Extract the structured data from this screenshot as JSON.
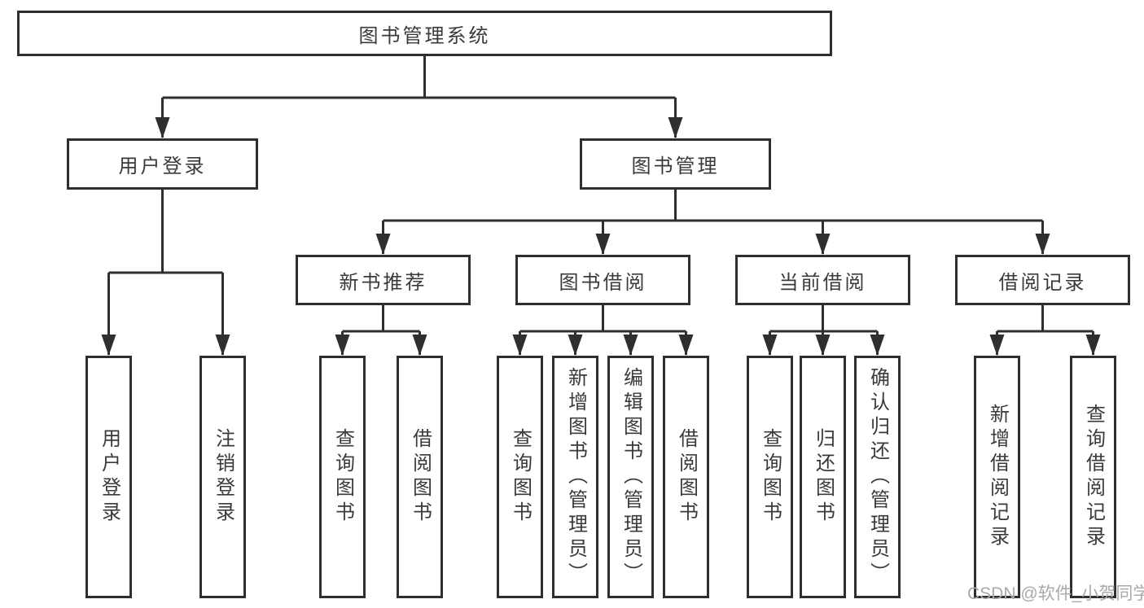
{
  "tree": {
    "label": "图书管理系统",
    "children": [
      {
        "label": "用户登录",
        "children": [
          {
            "label": "用户登录"
          },
          {
            "label": "注销登录"
          }
        ]
      },
      {
        "label": "图书管理",
        "children": [
          {
            "label": "新书推荐",
            "children": [
              {
                "label": "查询图书"
              },
              {
                "label": "借阅图书"
              }
            ]
          },
          {
            "label": "图书借阅",
            "children": [
              {
                "label": "查询图书"
              },
              {
                "label": "新增图书（管理员）"
              },
              {
                "label": "编辑图书（管理员）"
              },
              {
                "label": "借阅图书"
              }
            ]
          },
          {
            "label": "当前借阅",
            "children": [
              {
                "label": "查询图书"
              },
              {
                "label": "归还图书"
              },
              {
                "label": "确认归还（管理员）"
              }
            ]
          },
          {
            "label": "借阅记录",
            "children": [
              {
                "label": "新增借阅记录"
              },
              {
                "label": "查询借阅记录"
              }
            ]
          }
        ]
      }
    ]
  },
  "watermark": {
    "text": "CSDN @软件_小贺同学"
  },
  "colors": {
    "line": "#2f2f2f",
    "text": "#3a3a3a",
    "watermark": "#a9a9a9",
    "background": "#ffffff"
  }
}
